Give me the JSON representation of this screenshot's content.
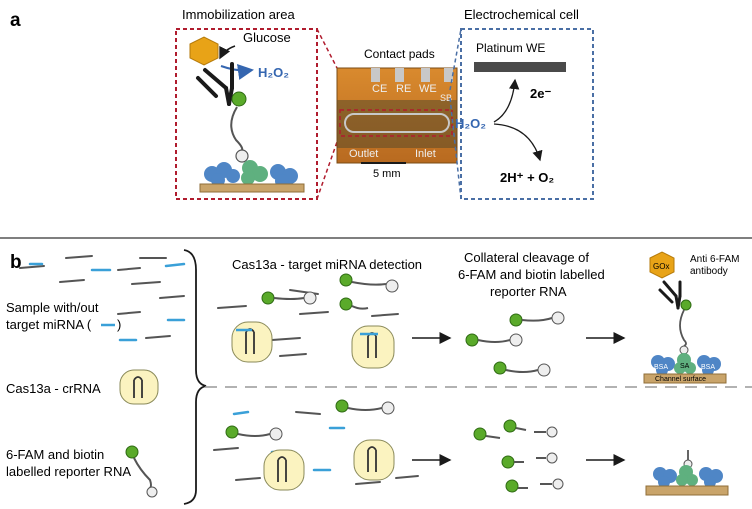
{
  "panel_a": {
    "letter": "a",
    "immobilization_title": "Immobilization area",
    "glucose_label": "Glucose",
    "h2o2_label": "H₂O₂",
    "chip_label": "Contact pads",
    "electrode_ce": "CE",
    "electrode_re": "RE",
    "electrode_we": "WE",
    "electrode_sb": "SB",
    "outlet_label": "Outlet",
    "inlet_label": "Inlet",
    "scale_label": "5 mm",
    "cell_title": "Electrochemical cell",
    "platinum_label": "Platinum WE",
    "electrons_label": "2e⁻",
    "h2o2_cell_label": "H₂O₂",
    "products_label": "2H⁺ + O₂"
  },
  "panel_b": {
    "letter": "b",
    "sample_label_line1": "Sample with/out",
    "sample_label_line2": "target miRNA (",
    "sample_label_line2_end": ")",
    "cas_label": "Cas13a - crRNA",
    "reporter_label_line1": "6-FAM and biotin",
    "reporter_label_line2": "labelled reporter RNA",
    "detection_title": "Cas13a - target miRNA detection",
    "cleavage_line1": "Collateral cleavage of",
    "cleavage_line2": "6-FAM and biotin labelled",
    "cleavage_line3": "reporter RNA",
    "gox_label": "GOx",
    "antibody_line1": "Anti 6-FAM",
    "antibody_line2": "antibody",
    "bsa_left": "BSA",
    "sa_label": "SA",
    "bsa_right": "BSA",
    "surface_label": "Channel surface"
  },
  "colors": {
    "red_dash": "#b01c2e",
    "blue_dash": "#4a6fa5",
    "gox": "#e8a317",
    "green": "#5aaa2a",
    "blue_rna": "#3aa0d8",
    "cas_fill": "#fbf3c0",
    "bsa": "#4f86c6",
    "sa": "#5fb07f",
    "surface": "#c9a46a",
    "arrow_blue": "#3566b0"
  }
}
